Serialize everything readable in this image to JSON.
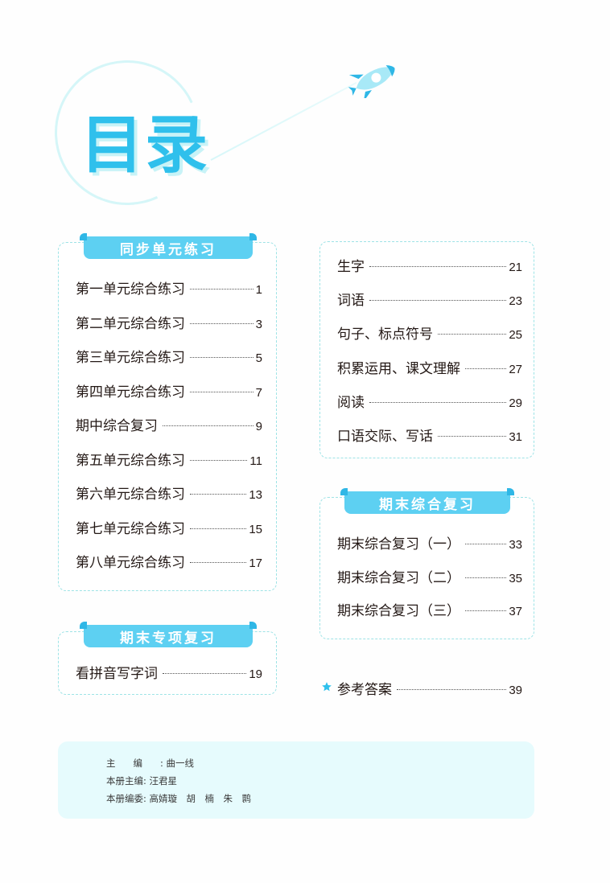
{
  "header": {
    "title": "目录",
    "decorations": [
      "ring-arc",
      "rocket-icon",
      "rocket-trail"
    ]
  },
  "colors": {
    "accent": "#2fc0ec",
    "banner": "#5dd0f2",
    "banner_tab": "#2fb7e6",
    "box_border": "#9ee3e6",
    "credits_bg": "#e6fbfd",
    "text": "#231815"
  },
  "sections": {
    "sync_units": {
      "title": "同步单元练习",
      "entries": [
        {
          "label": "第一单元综合练习",
          "page": "1"
        },
        {
          "label": "第二单元综合练习",
          "page": "3"
        },
        {
          "label": "第三单元综合练习",
          "page": "5"
        },
        {
          "label": "第四单元综合练习",
          "page": "7"
        },
        {
          "label": "期中综合复习",
          "page": "9"
        },
        {
          "label": "第五单元综合练习",
          "page": "11"
        },
        {
          "label": "第六单元综合练习",
          "page": "13"
        },
        {
          "label": "第七单元综合练习",
          "page": "15"
        },
        {
          "label": "第八单元综合练习",
          "page": "17"
        }
      ]
    },
    "final_special": {
      "title": "期末专项复习",
      "entries": [
        {
          "label": "看拼音写字词",
          "page": "19"
        }
      ]
    },
    "final_special_cont": {
      "entries": [
        {
          "label": "生字",
          "page": "21"
        },
        {
          "label": "词语",
          "page": "23"
        },
        {
          "label": "句子、标点符号",
          "page": "25"
        },
        {
          "label": "积累运用、课文理解",
          "page": "27"
        },
        {
          "label": "阅读",
          "page": "29"
        },
        {
          "label": "口语交际、写话",
          "page": "31"
        }
      ]
    },
    "final_review": {
      "title": "期末综合复习",
      "entries": [
        {
          "label": "期末综合复习（一）",
          "page": "33"
        },
        {
          "label": "期末综合复习（二）",
          "page": "35"
        },
        {
          "label": "期末综合复习（三）",
          "page": "37"
        }
      ]
    },
    "answers": {
      "label": "参考答案",
      "page": "39",
      "icon": "star-icon"
    }
  },
  "credits": [
    {
      "key": "主编",
      "value": "曲一线"
    },
    {
      "key": "本册主编",
      "value": "汪君星"
    },
    {
      "key": "本册编委",
      "value": "高婧璇　胡　楠　朱　鹮"
    }
  ]
}
